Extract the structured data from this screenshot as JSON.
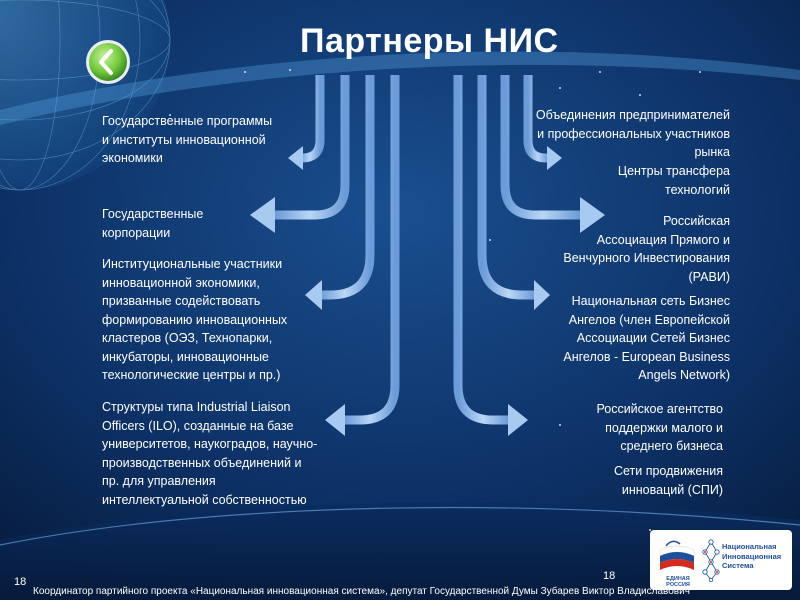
{
  "title": "Партнеры НИС",
  "left_items": [
    {
      "lines": [
        "Государственные программы",
        "и институты инновационной",
        "экономики"
      ]
    },
    {
      "lines": [
        "Государственные",
        "корпорации"
      ]
    },
    {
      "lines": [
        "Институциональные участники",
        "инновационной экономики,",
        "призванные содействовать",
        "формированию инновационных",
        "кластеров (ОЭЗ, Технопарки,",
        "инкубаторы, инновационные",
        "технологические центры и пр.)"
      ]
    },
    {
      "lines": [
        "Структуры типа Industrial Liaison",
        "Officers (ILO), созданные на базе",
        "университетов, наукоградов, научно-",
        "производственных объединений и",
        "пр. для управления",
        "интеллектуальной собственностью"
      ]
    }
  ],
  "right_items": [
    {
      "lines": [
        "Объединения предпринимателей",
        "и профессиональных участников",
        "рынка"
      ]
    },
    {
      "lines": [
        "Центры трансфера",
        "технологий"
      ]
    },
    {
      "lines": [
        "Российская",
        "Ассоциация Прямого и",
        "Венчурного Инвестирования",
        "(РАВИ)"
      ]
    },
    {
      "lines": [
        "Национальная сеть Бизнес",
        "Ангелов (член Европейской",
        "Ассоциации Сетей Бизнес",
        "Ангелов - European Business",
        "Angels Network)"
      ]
    },
    {
      "lines": [
        "Российское агентство",
        "поддержки малого и",
        "среднего бизнеса"
      ]
    },
    {
      "lines": [
        "Сети продвижения",
        "инноваций (СПИ)"
      ]
    }
  ],
  "page_number_left": "18",
  "page_number_right": "18",
  "footer": "Координатор партийного проекта «Национальная инновационная система», депутат Государственной Думы Зубарев Виктор Владиславович",
  "logo": {
    "party_lines": [
      "ЕДИНАЯ",
      "РОССИЯ"
    ],
    "system_lines": [
      "Национальная",
      "Инновационная",
      "Система"
    ]
  },
  "colors": {
    "background": "#0a2a55",
    "arrow": "#8fb8e8",
    "back_button": "#6fc83a"
  },
  "icons": [
    "back-arrow-icon",
    "party-logo-icon",
    "network-icon"
  ]
}
